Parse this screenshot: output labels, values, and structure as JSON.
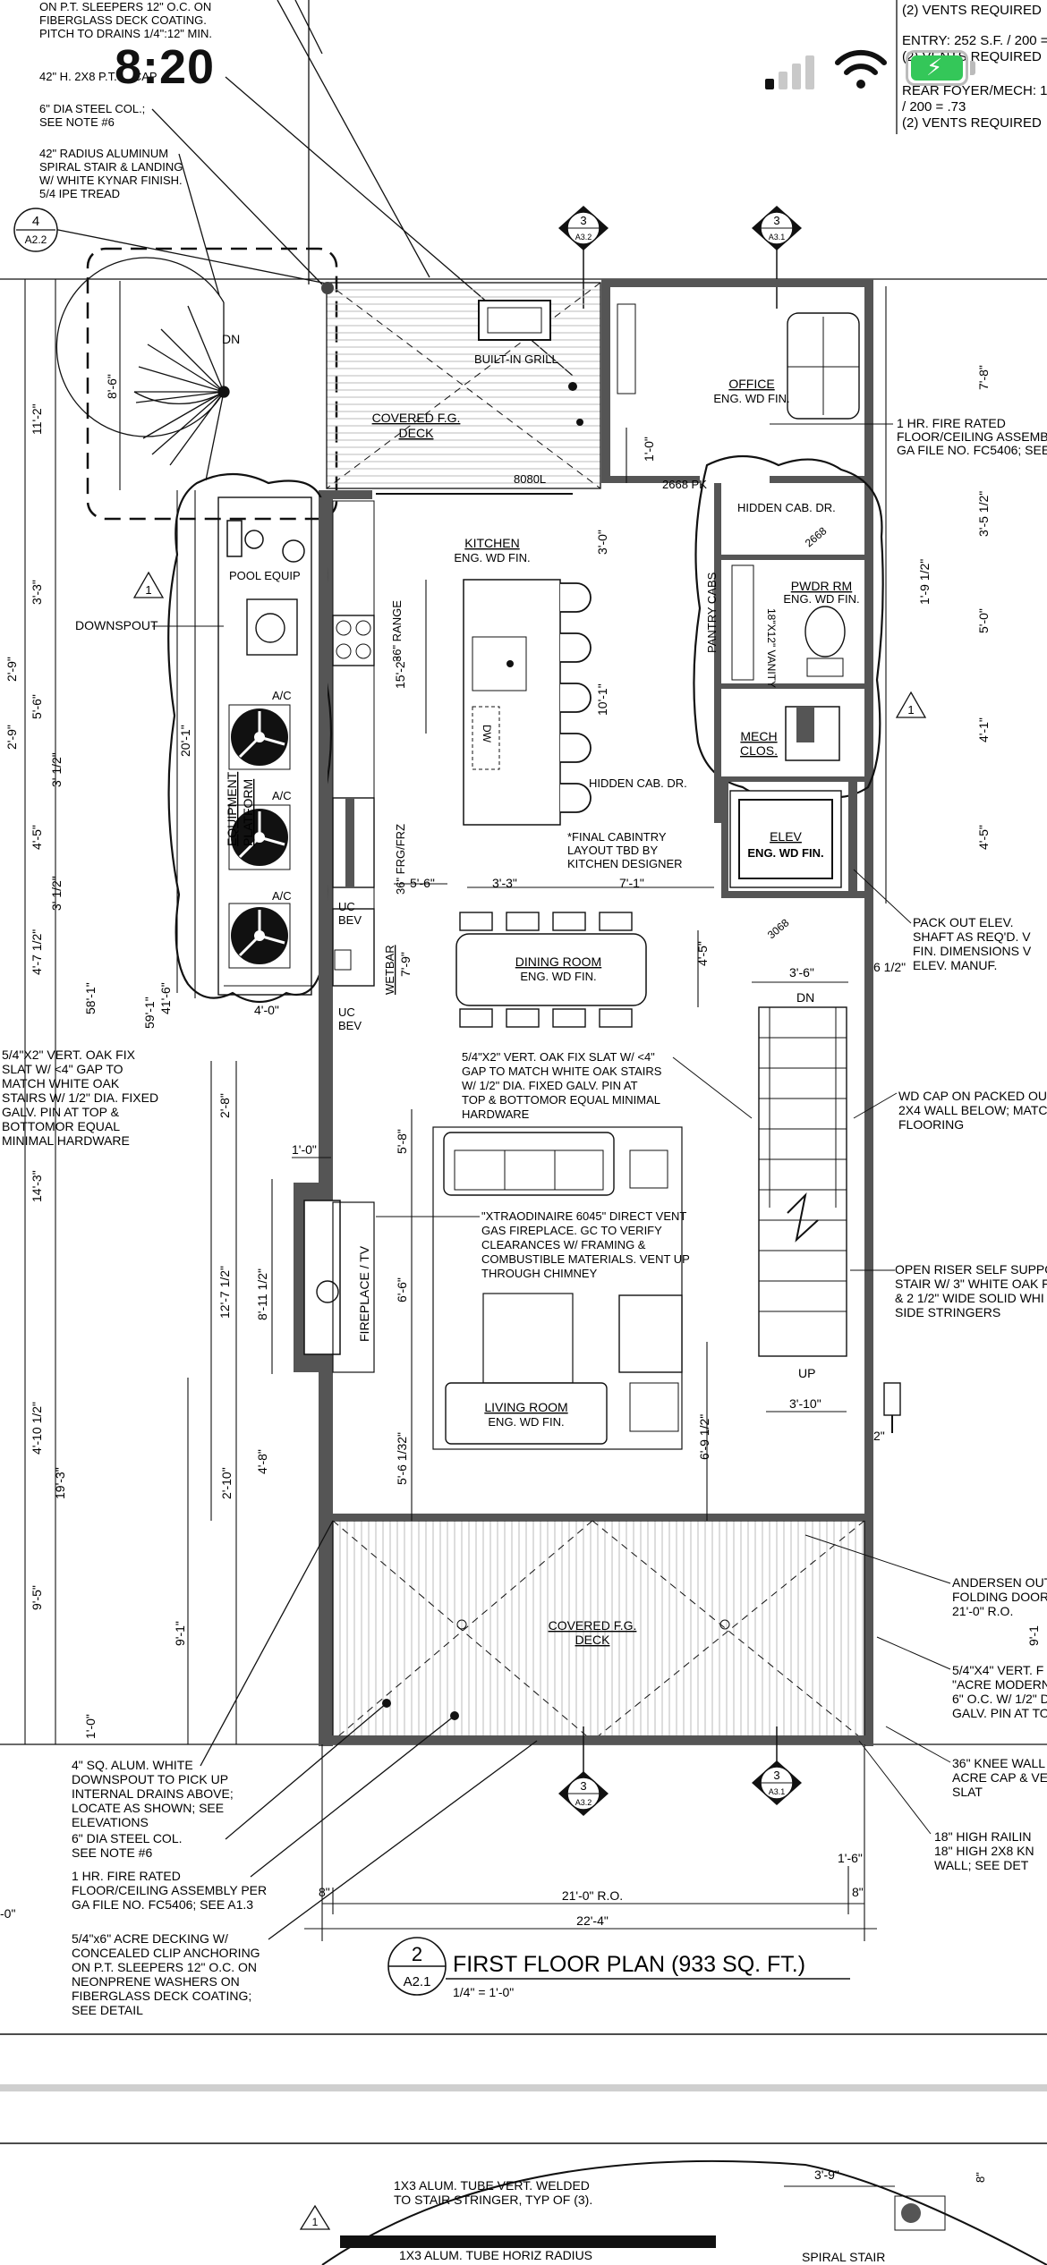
{
  "status_bar": {
    "time": "8:20"
  },
  "colors": {
    "ink": "#111111",
    "wall": "#555555",
    "battery": "#34c759"
  },
  "sheet": {
    "title": "FIRST FLOOR PLAN (933 SQ. FT.)",
    "number": "2",
    "sheet_ref": "A2.1",
    "scale": "1/4\" = 1'-0\""
  },
  "top_notes": {
    "deck_note_top": [
      "ON P.T. SLEEPERS 12\" O.C. ON",
      "FIBERGLASS DECK COATING.",
      "PITCH TO DRAINS 1/4\":12\" MIN."
    ],
    "guard": "42\" H. 2X8 P.T. ... CAP",
    "steel_col": [
      "6\" DIA STEEL COL.;",
      "SEE NOTE #6"
    ],
    "spiral": [
      "42\" RADIUS ALUMINUM",
      "SPIRAL STAIR & LANDING",
      "W/ WHITE KYNAR FINISH.",
      "5/4 IPE TREAD"
    ],
    "detail_ref": {
      "num": "4",
      "sheet": "A2.2"
    }
  },
  "right_notes": {
    "vents": [
      "(2) VENTS REQUIRED",
      "ENTRY: 252 S.F. / 200 =",
      "(2) VENTS REQUIRED",
      "REAR FOYER/MECH: 1",
      "/ 200 = .73",
      "(2) VENTS REQUIRED"
    ],
    "fire_rated": [
      "1 HR. FIRE RATED",
      "FLOOR/CEILING ASSEMB",
      "GA FILE NO. FC5406; SEE"
    ],
    "pack_out": [
      "PACK OUT ELEV.",
      "SHAFT AS REQ'D. V",
      "FIN. DIMENSIONS V",
      "ELEV. MANUF."
    ],
    "wd_cap": [
      "WD CAP ON PACKED OU",
      "2X4 WALL BELOW; MATC",
      "FLOORING"
    ],
    "riser": [
      "OPEN RISER SELF SUPPO",
      "STAIR W/ 3\" WHITE OAK F",
      "& 2 1/2\" WIDE SOLID WHI",
      "SIDE STRINGERS"
    ],
    "andersen": [
      "ANDERSEN OUT",
      "FOLDING DOOR",
      "21'-0\" R.O."
    ],
    "vert_slat": [
      "5/4\"X4\" VERT. F",
      "\"ACRE MODERN",
      "6\" O.C. W/ 1/2\" D",
      "GALV. PIN AT TO"
    ],
    "knee_wall": [
      "36\" KNEE WALL",
      "ACRE CAP & VE",
      "SLAT"
    ],
    "railing": [
      "18\" HIGH RAILIN",
      "18\" HIGH 2X8 KN",
      "WALL; SEE DET"
    ]
  },
  "left_notes": {
    "downspout": "DOWNSPOUT",
    "oak_slat": [
      "5/4\"X2\" VERT. OAK FIX",
      "SLAT W/ <4\" GAP TO",
      "MATCH WHITE OAK",
      "STAIRS W/ 1/2\" DIA. FIXED",
      "GALV. PIN AT TOP &",
      "BOTTOMOR EQUAL",
      "MINIMAL HARDWARE"
    ]
  },
  "bottom_notes": {
    "alum_downspout": [
      "4\" SQ. ALUM. WHITE",
      "DOWNSPOUT TO PICK UP",
      "INTERNAL DRAINS ABOVE;",
      "LOCATE AS SHOWN; SEE",
      "ELEVATIONS"
    ],
    "steel_col": [
      "6\" DIA STEEL COL.",
      "SEE NOTE #6"
    ],
    "fire_rated": [
      "1 HR. FIRE RATED",
      "FLOOR/CEILING ASSEMBLY PER",
      "GA FILE NO. FC5406; SEE A1.3"
    ],
    "decking": [
      "5/4\"x6\" ACRE DECKING W/",
      "CONCEALED CLIP ANCHORING",
      "ON P.T. SLEEPERS 12\" O.C. ON",
      "NEONPRENE WASHERS ON",
      "FIBERGLASS DECK COATING;",
      "SEE DETAIL"
    ]
  },
  "rooms": {
    "deck_top": [
      "COVERED F.G.",
      "DECK"
    ],
    "built_in_grill": "BUILT-IN GRILL",
    "office": [
      "OFFICE",
      "ENG. WD FIN."
    ],
    "kitchen": [
      "KITCHEN",
      "ENG. WD FIN."
    ],
    "pwdr": [
      "PWDR RM",
      "ENG. WD FIN."
    ],
    "mech": [
      "MECH",
      "CLOS."
    ],
    "elev": [
      "ELEV",
      "ENG. WD FIN."
    ],
    "dining": [
      "DINING ROOM",
      "ENG. WD FIN."
    ],
    "living": [
      "LIVING ROOM",
      "ENG. WD FIN."
    ],
    "deck_bottom": [
      "COVERED F.G.",
      "DECK"
    ],
    "pool_equip": "POOL EQUIP",
    "equipment_platform": [
      "EQUIPMENT",
      "PLATFORM"
    ],
    "ac": "A/C",
    "hidden_cab_1": "HIDDEN CAB. DR.",
    "hidden_cab_2": "HIDDEN CAB. DR.",
    "pantry": "PANTRY CABS",
    "vanity": "18\"X12\" VANITY",
    "range": "36\" RANGE",
    "frg": "36\" FRG/FRZ",
    "wetbar": "WETBAR",
    "uc_bev": [
      "UC",
      "BEV"
    ],
    "fireplace": "FIREPLACE / TV",
    "dw": "DW",
    "dn_spiral": "DN",
    "dn_stair": "DN",
    "up_stair": "UP",
    "door_8080": "8080L",
    "door_2668": "2668 PK",
    "door_2668b": "2668",
    "door_3068": "3068",
    "final_cab": [
      "*FINAL CABINTRY",
      "LAYOUT TBD BY",
      "KITCHEN DESIGNER"
    ],
    "dining_slat": [
      "5/4\"X2\" VERT. OAK FIX SLAT W/ <4\"",
      "GAP TO MATCH WHITE OAK STAIRS",
      "W/ 1/2\" DIA. FIXED GALV. PIN AT",
      "TOP & BOTTOMOR EQUAL MINIMAL",
      "HARDWARE"
    ],
    "fireplace_note": [
      "\"XTRAODINAIRE 6045\" DIRECT VENT",
      "GAS FIREPLACE. GC TO VERIFY",
      "CLEARANCES W/ FRAMING &",
      "COMBUSTIBLE MATERIALS. VENT UP",
      "THROUGH CHIMNEY"
    ]
  },
  "section_refs": [
    {
      "num": "3",
      "sheet": "A3.2"
    },
    {
      "num": "3",
      "sheet": "A3.1"
    }
  ],
  "revision_delta": "1",
  "dims": {
    "d_11_2": "11'-2\"",
    "d_8_6": "8'-6\"",
    "d_3_3": "3'-3\"",
    "d_2_9": "2'-9\"",
    "d_5_6": "5'-6\"",
    "d_2_9b": "2'-9\"",
    "d_3_1_2": "3' 1/2\"",
    "d_4_5": "4'-5\"",
    "d_3_1_2b": "3' 1/2\"",
    "d_4_7": "4'-7 1/2\"",
    "d_58_1": "58'-1\"",
    "d_59_1": "59'-1\"",
    "d_41_6": "41'-6\"",
    "d_20_1": "20'-1\"",
    "d_4_0": "4'-0\"",
    "d_14_3": "14'-3\"",
    "d_2_8": "2'-8\"",
    "d_1_0": "1'-0\"",
    "d_12_7": "12'-7 1/2\"",
    "d_8_11": "8'-11 1/2\"",
    "d_4_10": "4'-10 1/2\"",
    "d_19_3": "19'-3\"",
    "d_2_10": "2'-10\"",
    "d_4_8": "4'-8\"",
    "d_9_5": "9'-5\"",
    "d_9_1": "9'-1\"",
    "d_1_0b": "1'-0\"",
    "d_5_8": "5'-8\"",
    "d_6_6": "6'-6\"",
    "d_5_6_1_32": "5'-6 1/32\"",
    "d_6_9": "6'-9 1/2\"",
    "d_4_5b": "4'-5\"",
    "d_7_8": "7'-8\"",
    "d_3_5": "3'-5 1/2\"",
    "d_5_0": "5'-0\"",
    "d_4_1": "4'-1\"",
    "d_4_5c": "4'-5\"",
    "d_1_9": "1'-9 1/2\"",
    "d_1_0c": "1'-0\"",
    "d_3_0": "3'-0\"",
    "d_10_1": "10'-1\"",
    "d_15_2": "15'-2\"",
    "d_7_9": "7'-9\"",
    "d_5_6b": "5'-6\"",
    "d_3_3b": "3'-3\"",
    "d_7_1": "7'-1\"",
    "d_3_6": "3'-6\"",
    "d_6_1_2": "6 1/2\"",
    "d_3_10": "3'-10\"",
    "d_2in": "2\"",
    "d_9_1b": "9'-1",
    "d_8in": "8\"",
    "d_8inb": "8\"",
    "d_21_0": "21'-0\" R.O.",
    "d_22_4": "22'-4\"",
    "d_1_6": "1'-6\"",
    "d_0": "-0\"",
    "d_3_9": "3'-9\"",
    "d_8c": "8\""
  },
  "lower_detail": {
    "note1": [
      "1X3 ALUM. TUBE VERT. WELDED",
      "TO STAIR STRINGER, TYP OF (3)."
    ],
    "note2": "1X3 ALUM. TUBE HORIZ RADIUS",
    "spiral": "SPIRAL STAIR",
    "delta": "1"
  }
}
